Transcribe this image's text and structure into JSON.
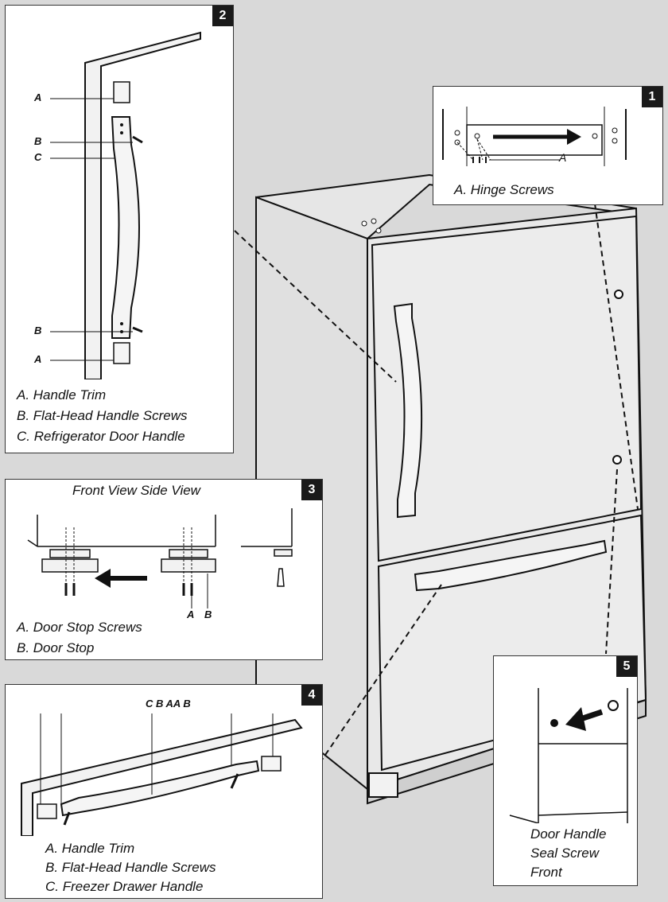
{
  "panel1": {
    "number": "1",
    "callout": "A",
    "caption": "A. Hinge Screws"
  },
  "panel2": {
    "number": "2",
    "callouts": [
      "A",
      "B",
      "C",
      "B",
      "A"
    ],
    "legend": [
      "A. Handle Trim",
      "B. Flat-Head Handle Screws",
      "C. Refrigerator Door Handle"
    ]
  },
  "panel3": {
    "number": "3",
    "header": "Front View  Side View",
    "callouts": [
      "A",
      "B"
    ],
    "legend": [
      "A. Door Stop Screws",
      "B. Door Stop"
    ]
  },
  "panel4": {
    "number": "4",
    "callouts_top": "C B AA  B",
    "legend": [
      "A. Handle Trim",
      "B. Flat-Head Handle Screws",
      "C. Freezer Drawer Handle"
    ]
  },
  "panel5": {
    "number": "5",
    "caption": [
      "Door Handle",
      "Seal Screw",
      "Front"
    ]
  },
  "colors": {
    "background": "#d9d9d9",
    "panel": "#ffffff",
    "badge": "#1a1a1a"
  }
}
